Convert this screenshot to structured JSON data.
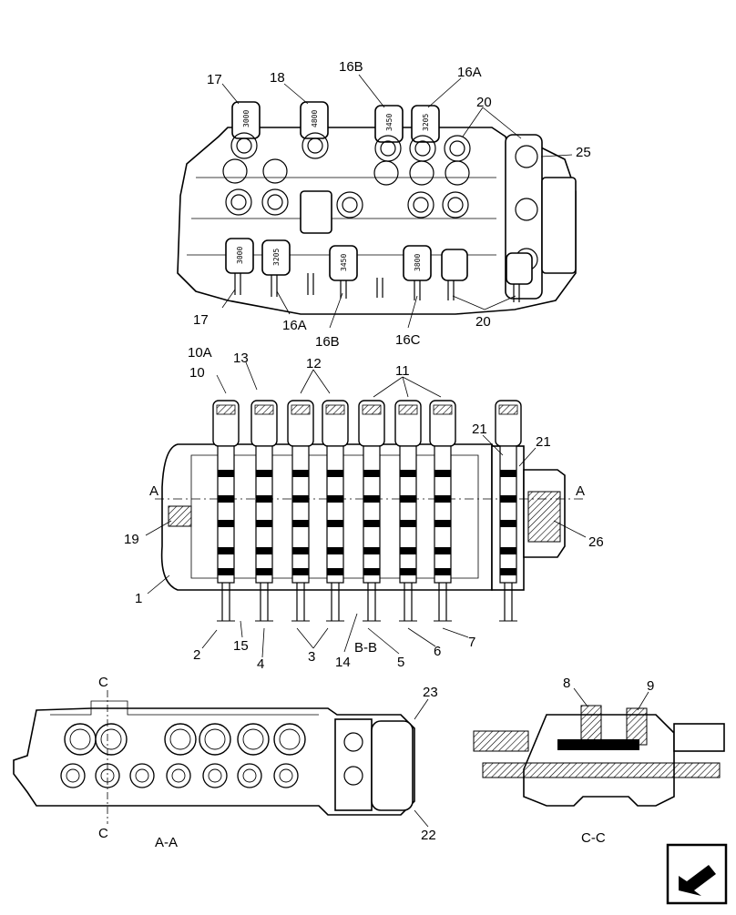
{
  "top_view": {
    "labels": {
      "l17_top": "17",
      "l18": "18",
      "l16B_top": "16B",
      "l16A_top": "16A",
      "l20_top": "20",
      "l25": "25",
      "l17_bot": "17",
      "l16A_bot": "16A",
      "l16B_bot": "16B",
      "l16C": "16C",
      "l20_bot": "20"
    },
    "stamps": {
      "s_top_3000": "3000",
      "s_top_4800": "4800",
      "s_top_3450": "3450",
      "s_top_3205": "3205",
      "s_bot_3000": "3000",
      "s_bot_3205": "3205",
      "s_bot_3450": "3450",
      "s_bot_3800": "3800"
    }
  },
  "section_view": {
    "labels": {
      "l10A": "10A",
      "l10": "10",
      "l13": "13",
      "l12": "12",
      "l11": "11",
      "l21_left": "21",
      "l21_right": "21",
      "lA_left": "A",
      "lA_right": "A",
      "l19": "19",
      "l26": "26",
      "l1": "1",
      "l2": "2",
      "l15": "15",
      "l4": "4",
      "l3": "3",
      "l14": "14",
      "lBB": "B-B",
      "l5": "5",
      "l6": "6",
      "l7": "7"
    }
  },
  "aa_view": {
    "labels": {
      "lC_top": "C",
      "lC_bot": "C",
      "l23": "23",
      "l22": "22"
    },
    "caption": "A-A"
  },
  "cc_view": {
    "labels": {
      "l8": "8",
      "l9": "9"
    },
    "caption": "C-C"
  },
  "nav": {
    "icon": "arrow-left-down-icon"
  }
}
